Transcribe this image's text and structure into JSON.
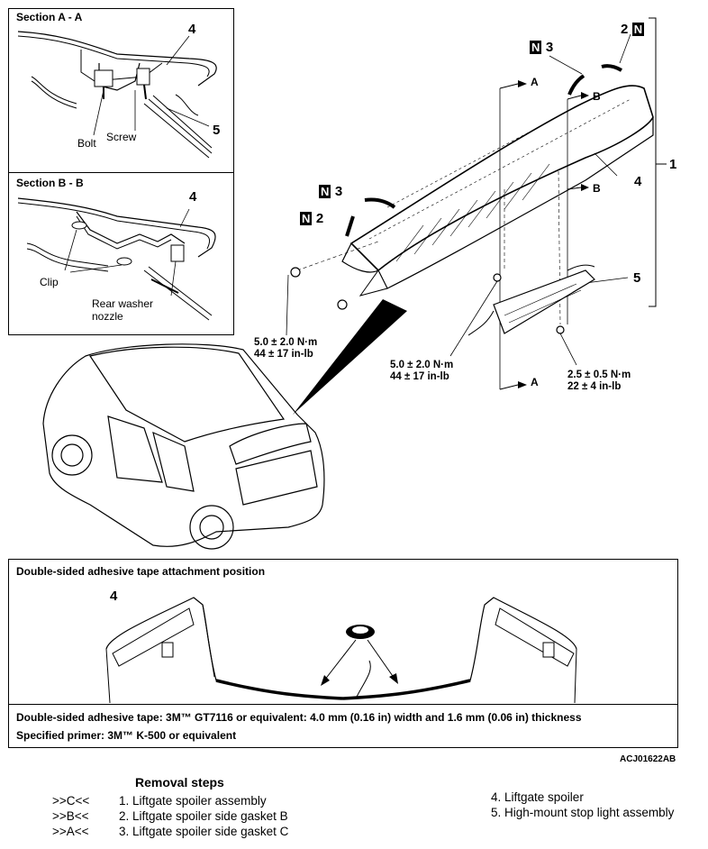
{
  "section_aa": {
    "title": "Section A - A",
    "label_4": "4",
    "label_5": "5",
    "bolt": "Bolt",
    "screw": "Screw"
  },
  "section_bb": {
    "title": "Section B - B",
    "label_4": "4",
    "clip": "Clip",
    "washer_line1": "Rear washer",
    "washer_line2": "nozzle"
  },
  "main": {
    "callout_1": "1",
    "callout_2": "2",
    "callout_3": "3",
    "callout_4": "4",
    "callout_5": "5",
    "n_symbol": "N",
    "section_a": "A",
    "section_b": "B",
    "torque_left": [
      "5.0 ± 2.0 N·m",
      "44 ± 17 in-lb"
    ],
    "torque_mid": [
      "5.0 ± 2.0 N·m",
      "44 ± 17 in-lb"
    ],
    "torque_right": [
      "2.5 ± 0.5 N·m",
      "22 ± 4 in-lb"
    ]
  },
  "tape": {
    "title": "Double-sided adhesive tape attachment position",
    "label_4": "4",
    "spec_line1": "Double-sided adhesive tape: 3M™  GT7116 or equivalent: 4.0 mm (0.16 in) width and 1.6 mm (0.06 in) thickness",
    "spec_line2": "Specified primer: 3M™  K-500 or equivalent"
  },
  "figure_id": "ACJ01622AB",
  "removal": {
    "heading": "Removal steps",
    "steps": [
      {
        "marker": ">>C<<",
        "text": "1. Liftgate spoiler assembly"
      },
      {
        "marker": ">>B<<",
        "text": "2. Liftgate spoiler side gasket B"
      },
      {
        "marker": ">>A<<",
        "text": "3. Liftgate spoiler side gasket C"
      }
    ],
    "steps_right": [
      "4. Liftgate spoiler",
      "5. High-mount stop light assembly"
    ]
  }
}
